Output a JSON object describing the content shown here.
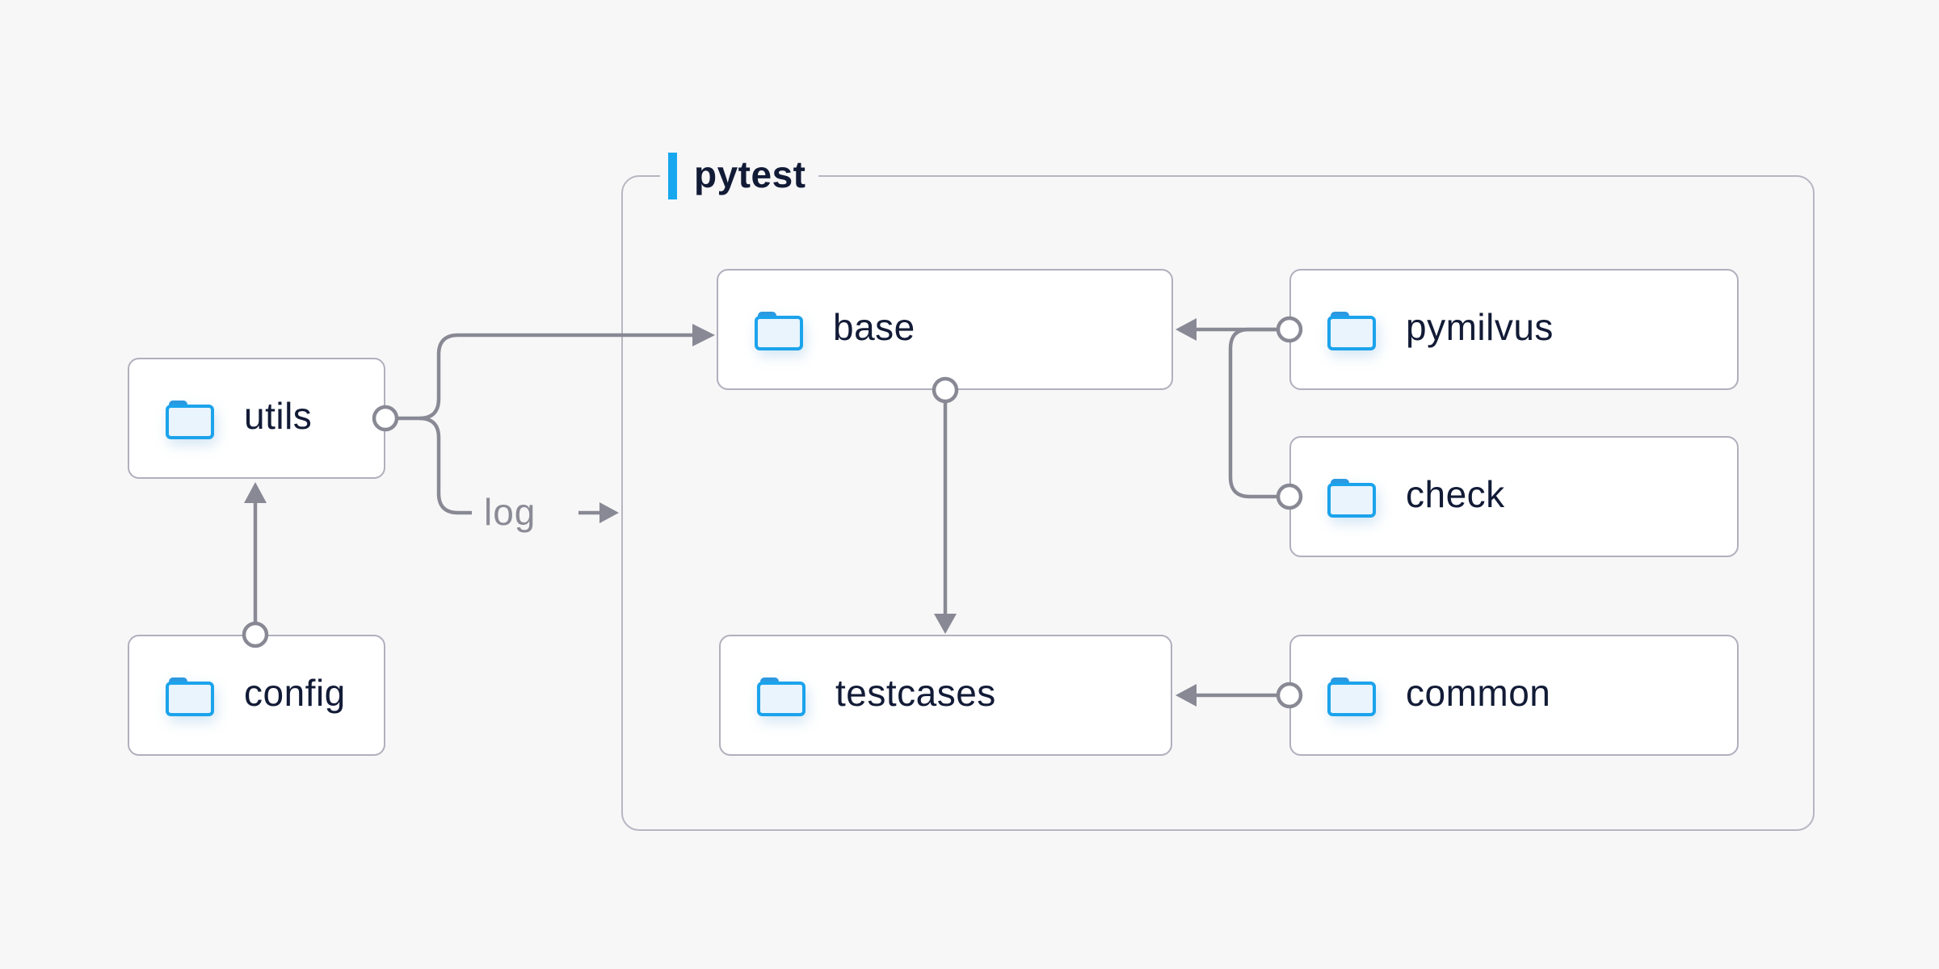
{
  "container": {
    "label": "pytest"
  },
  "nodes": {
    "utils": {
      "label": "utils",
      "icon": "folder-icon"
    },
    "config": {
      "label": "config",
      "icon": "folder-icon"
    },
    "base": {
      "label": "base",
      "icon": "folder-icon"
    },
    "pymilvus": {
      "label": "pymilvus",
      "icon": "folder-icon"
    },
    "check": {
      "label": "check",
      "icon": "folder-icon"
    },
    "testcases": {
      "label": "testcases",
      "icon": "folder-icon"
    },
    "common": {
      "label": "common",
      "icon": "folder-icon"
    }
  },
  "edges": {
    "log_label": "log",
    "list": [
      {
        "from": "utils",
        "to": "base"
      },
      {
        "from": "utils",
        "to": "pytest-group",
        "label": "log"
      },
      {
        "from": "config",
        "to": "utils"
      },
      {
        "from": "base",
        "to": "testcases"
      },
      {
        "from": "pymilvus",
        "to": "base"
      },
      {
        "from": "check",
        "to": "base"
      },
      {
        "from": "common",
        "to": "testcases"
      }
    ]
  },
  "colors": {
    "bg": "#f7f7f8",
    "node-bg": "#ffffff",
    "node-border": "#b0b0bd",
    "container-border": "#b6b6c2",
    "line": "#898995",
    "text-navy": "#121b36",
    "text-gray": "#8b8b96",
    "accent-blue": "#18a7ee",
    "folder-stroke": "#1ba3ec",
    "folder-fill": "#e9f4fc",
    "folder-tab": "#2b99e0"
  }
}
